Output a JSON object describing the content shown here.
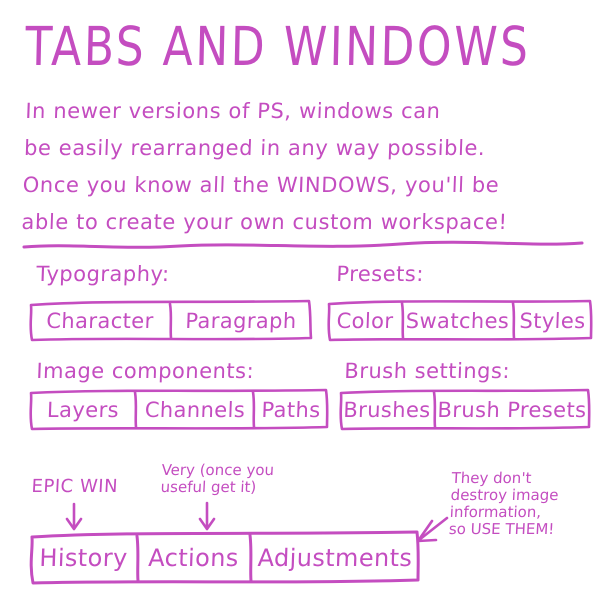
{
  "theme": {
    "ink_color": "#c44dc0",
    "background_color": "#ffffff"
  },
  "title": "TABS AND WINDOWS",
  "intro": {
    "line1": "In newer versions of PS, windows can",
    "line2": "be easily rearranged in any way possible.",
    "line3": "Once you know all the WINDOWS, you'll be",
    "line4": "able to create your own custom workspace!"
  },
  "sections": [
    {
      "label": "Typography:",
      "tabs": [
        "Character",
        "Paragraph"
      ]
    },
    {
      "label": "Presets:",
      "tabs": [
        "Color",
        "Swatches",
        "Styles"
      ]
    },
    {
      "label": "Image components:",
      "tabs": [
        "Layers",
        "Channels",
        "Paths"
      ]
    },
    {
      "label": "Brush settings:",
      "tabs": [
        "Brushes",
        "Brush Presets"
      ]
    }
  ],
  "bottom": {
    "tabs": [
      "History",
      "Actions",
      "Adjustments"
    ],
    "annotations": [
      {
        "name": "epic-win",
        "lines": [
          "EPIC WIN"
        ]
      },
      {
        "name": "very-useful",
        "lines": [
          "Very  (once you",
          "useful   get it)"
        ]
      },
      {
        "name": "non-destructive-note",
        "lines": [
          "They don't",
          "destroy image",
          "information,",
          "so  USE THEM!"
        ]
      }
    ]
  }
}
